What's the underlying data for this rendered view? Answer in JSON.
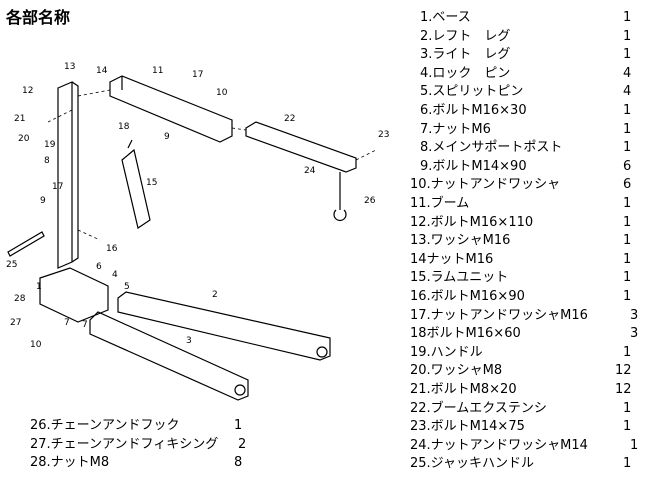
{
  "title": "各部名称",
  "parts": [
    {
      "label": "1.ベース",
      "qty": "1"
    },
    {
      "label": "2.レフト　レグ",
      "qty": "1"
    },
    {
      "label": "3.ライト　レグ",
      "qty": "1"
    },
    {
      "label": "4.ロック　ピン",
      "qty": "4"
    },
    {
      "label": "5.スピリットピン",
      "qty": "4"
    },
    {
      "label": "6.ボルトM16×30",
      "qty": "1"
    },
    {
      "label": "7.ナットM6",
      "qty": "1"
    },
    {
      "label": "8.メインサポートポスト",
      "qty": "1"
    },
    {
      "label": "9.ボルトM14×90",
      "qty": "6"
    },
    {
      "label": "10.ナットアンドワッシャ",
      "qty": "6"
    },
    {
      "label": "11.ブーム",
      "qty": "1"
    },
    {
      "label": "12.ボルトM16×110",
      "qty": "1"
    },
    {
      "label": "13.ワッシャM16",
      "qty": "1"
    },
    {
      "label": "14ナットM16",
      "qty": "1"
    },
    {
      "label": "15.ラムユニット",
      "qty": "1"
    },
    {
      "label": "16.ボルトM16×90",
      "qty": "1"
    },
    {
      "label": "17.ナットアンドワッシャM16",
      "qty": "3"
    },
    {
      "label": "18ボルトM16×60",
      "qty": "3"
    },
    {
      "label": "19.ハンドル",
      "qty": "1"
    },
    {
      "label": "20.ワッシャM8",
      "qty": "12"
    },
    {
      "label": "21.ボルトM8×20",
      "qty": "12"
    },
    {
      "label": "22.ブームエクステンシ",
      "qty": "1"
    },
    {
      "label": "23.ボルトM14×75",
      "qty": "1"
    },
    {
      "label": "24.ナットアンドワッシャM14",
      "qty": "1"
    },
    {
      "label": "25.ジャッキハンドル",
      "qty": "1"
    }
  ],
  "parts_bottom": [
    {
      "label": "26.チェーンアンドフック",
      "qty": "1"
    },
    {
      "label": "27.チェーンアンドフィキシング",
      "qty": "2"
    },
    {
      "label": "28.ナットM8",
      "qty": "8"
    }
  ],
  "callouts": [
    "1",
    "2",
    "3",
    "4",
    "5",
    "6",
    "7",
    "8",
    "9",
    "10",
    "11",
    "12",
    "13",
    "14",
    "15",
    "16",
    "17",
    "18",
    "19",
    "20",
    "21",
    "22",
    "23",
    "24",
    "25",
    "26",
    "27",
    "28",
    "9",
    "10",
    "17",
    "7"
  ]
}
